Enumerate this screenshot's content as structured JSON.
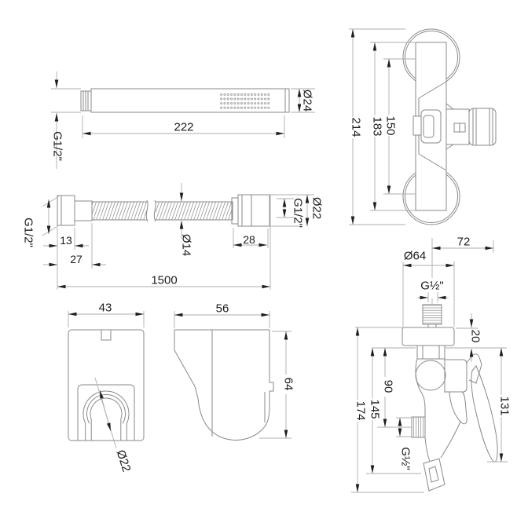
{
  "colors": {
    "background": "#ffffff",
    "object_line": "#8a8a8a",
    "dimension_line": "#aeaeae",
    "text": "#1c1c1c",
    "arrow": "#1f1f1f"
  },
  "views": {
    "hand_shower": {
      "thread": "G1/2\"",
      "length": "222",
      "diameter": "Ø24"
    },
    "mixer_top": {
      "height_overall": "214",
      "height_body": "183",
      "height_centres": "150"
    },
    "hose": {
      "thread_left": "G1/2\"",
      "nut_left": "13",
      "fitting_left": "27",
      "diameter": "Ø14",
      "length": "1500",
      "fitting_right": "28",
      "thread_right": "G1/2\"",
      "nut_diameter": "Ø22"
    },
    "bracket_front": {
      "width": "43",
      "hook_diameter": "Ø22"
    },
    "bracket_side": {
      "depth": "56",
      "height": "64"
    },
    "mixer_side": {
      "depth": "72",
      "flange_diameter": "Ø64",
      "thread_top": "G½\"",
      "flange_height": "20",
      "outlet_offset": "90",
      "lower_height": "145",
      "total_height": "174",
      "lever_reach": "131",
      "thread_bottom": "G½\""
    }
  }
}
